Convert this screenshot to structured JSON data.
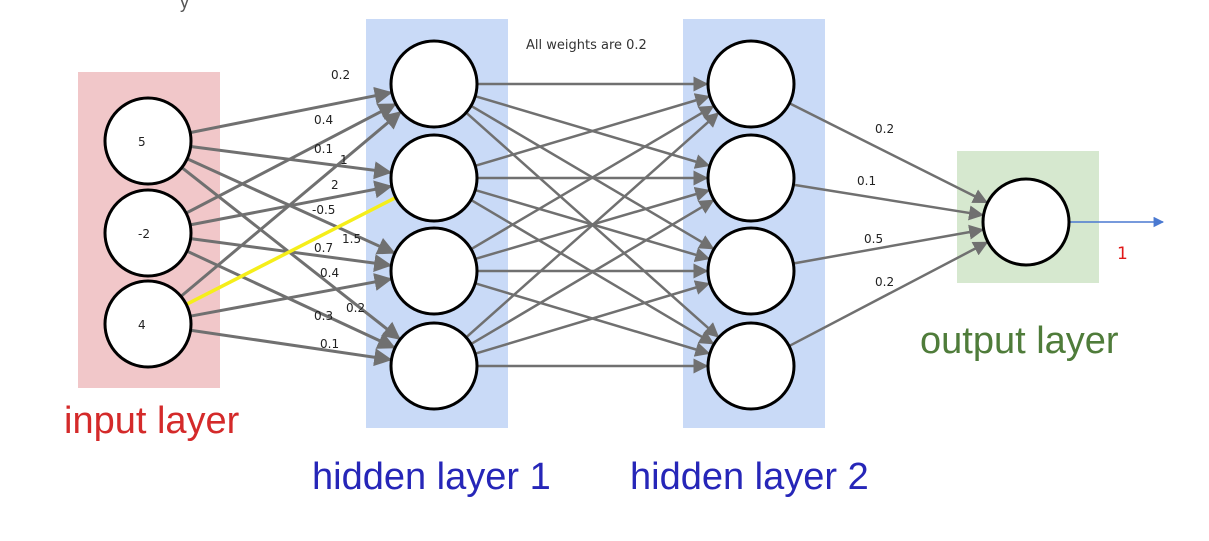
{
  "colors": {
    "input_band": "#f1c7c9",
    "hidden_band": "#c9daf7",
    "output_band": "#d6e8cf",
    "edge": "#707070",
    "highlight_edge": "#f5ee1a",
    "output_arrow": "#4a79d1",
    "input_label": "#d42a2a",
    "hidden_label": "#2626b8",
    "output_label": "#4f7c3a",
    "output_value": "#e01818"
  },
  "labels": {
    "input_layer": "input layer",
    "hidden_layer_1": "hidden layer 1",
    "hidden_layer_2": "hidden layer 2",
    "output_layer": "output layer",
    "top_note": "All weights are 0.2",
    "top_fragment": "y",
    "output_value": "1"
  },
  "input_values": [
    "5",
    "-2",
    "4"
  ],
  "weights_input_hidden1": [
    "0.2",
    "0.4",
    "0.1",
    "1",
    "2",
    "-0.5",
    "1.5",
    "0.7",
    "0.4",
    "0.2",
    "0.3",
    "0.1"
  ],
  "weights_hidden2_output": [
    "0.2",
    "0.1",
    "0.5",
    "0.2"
  ]
}
